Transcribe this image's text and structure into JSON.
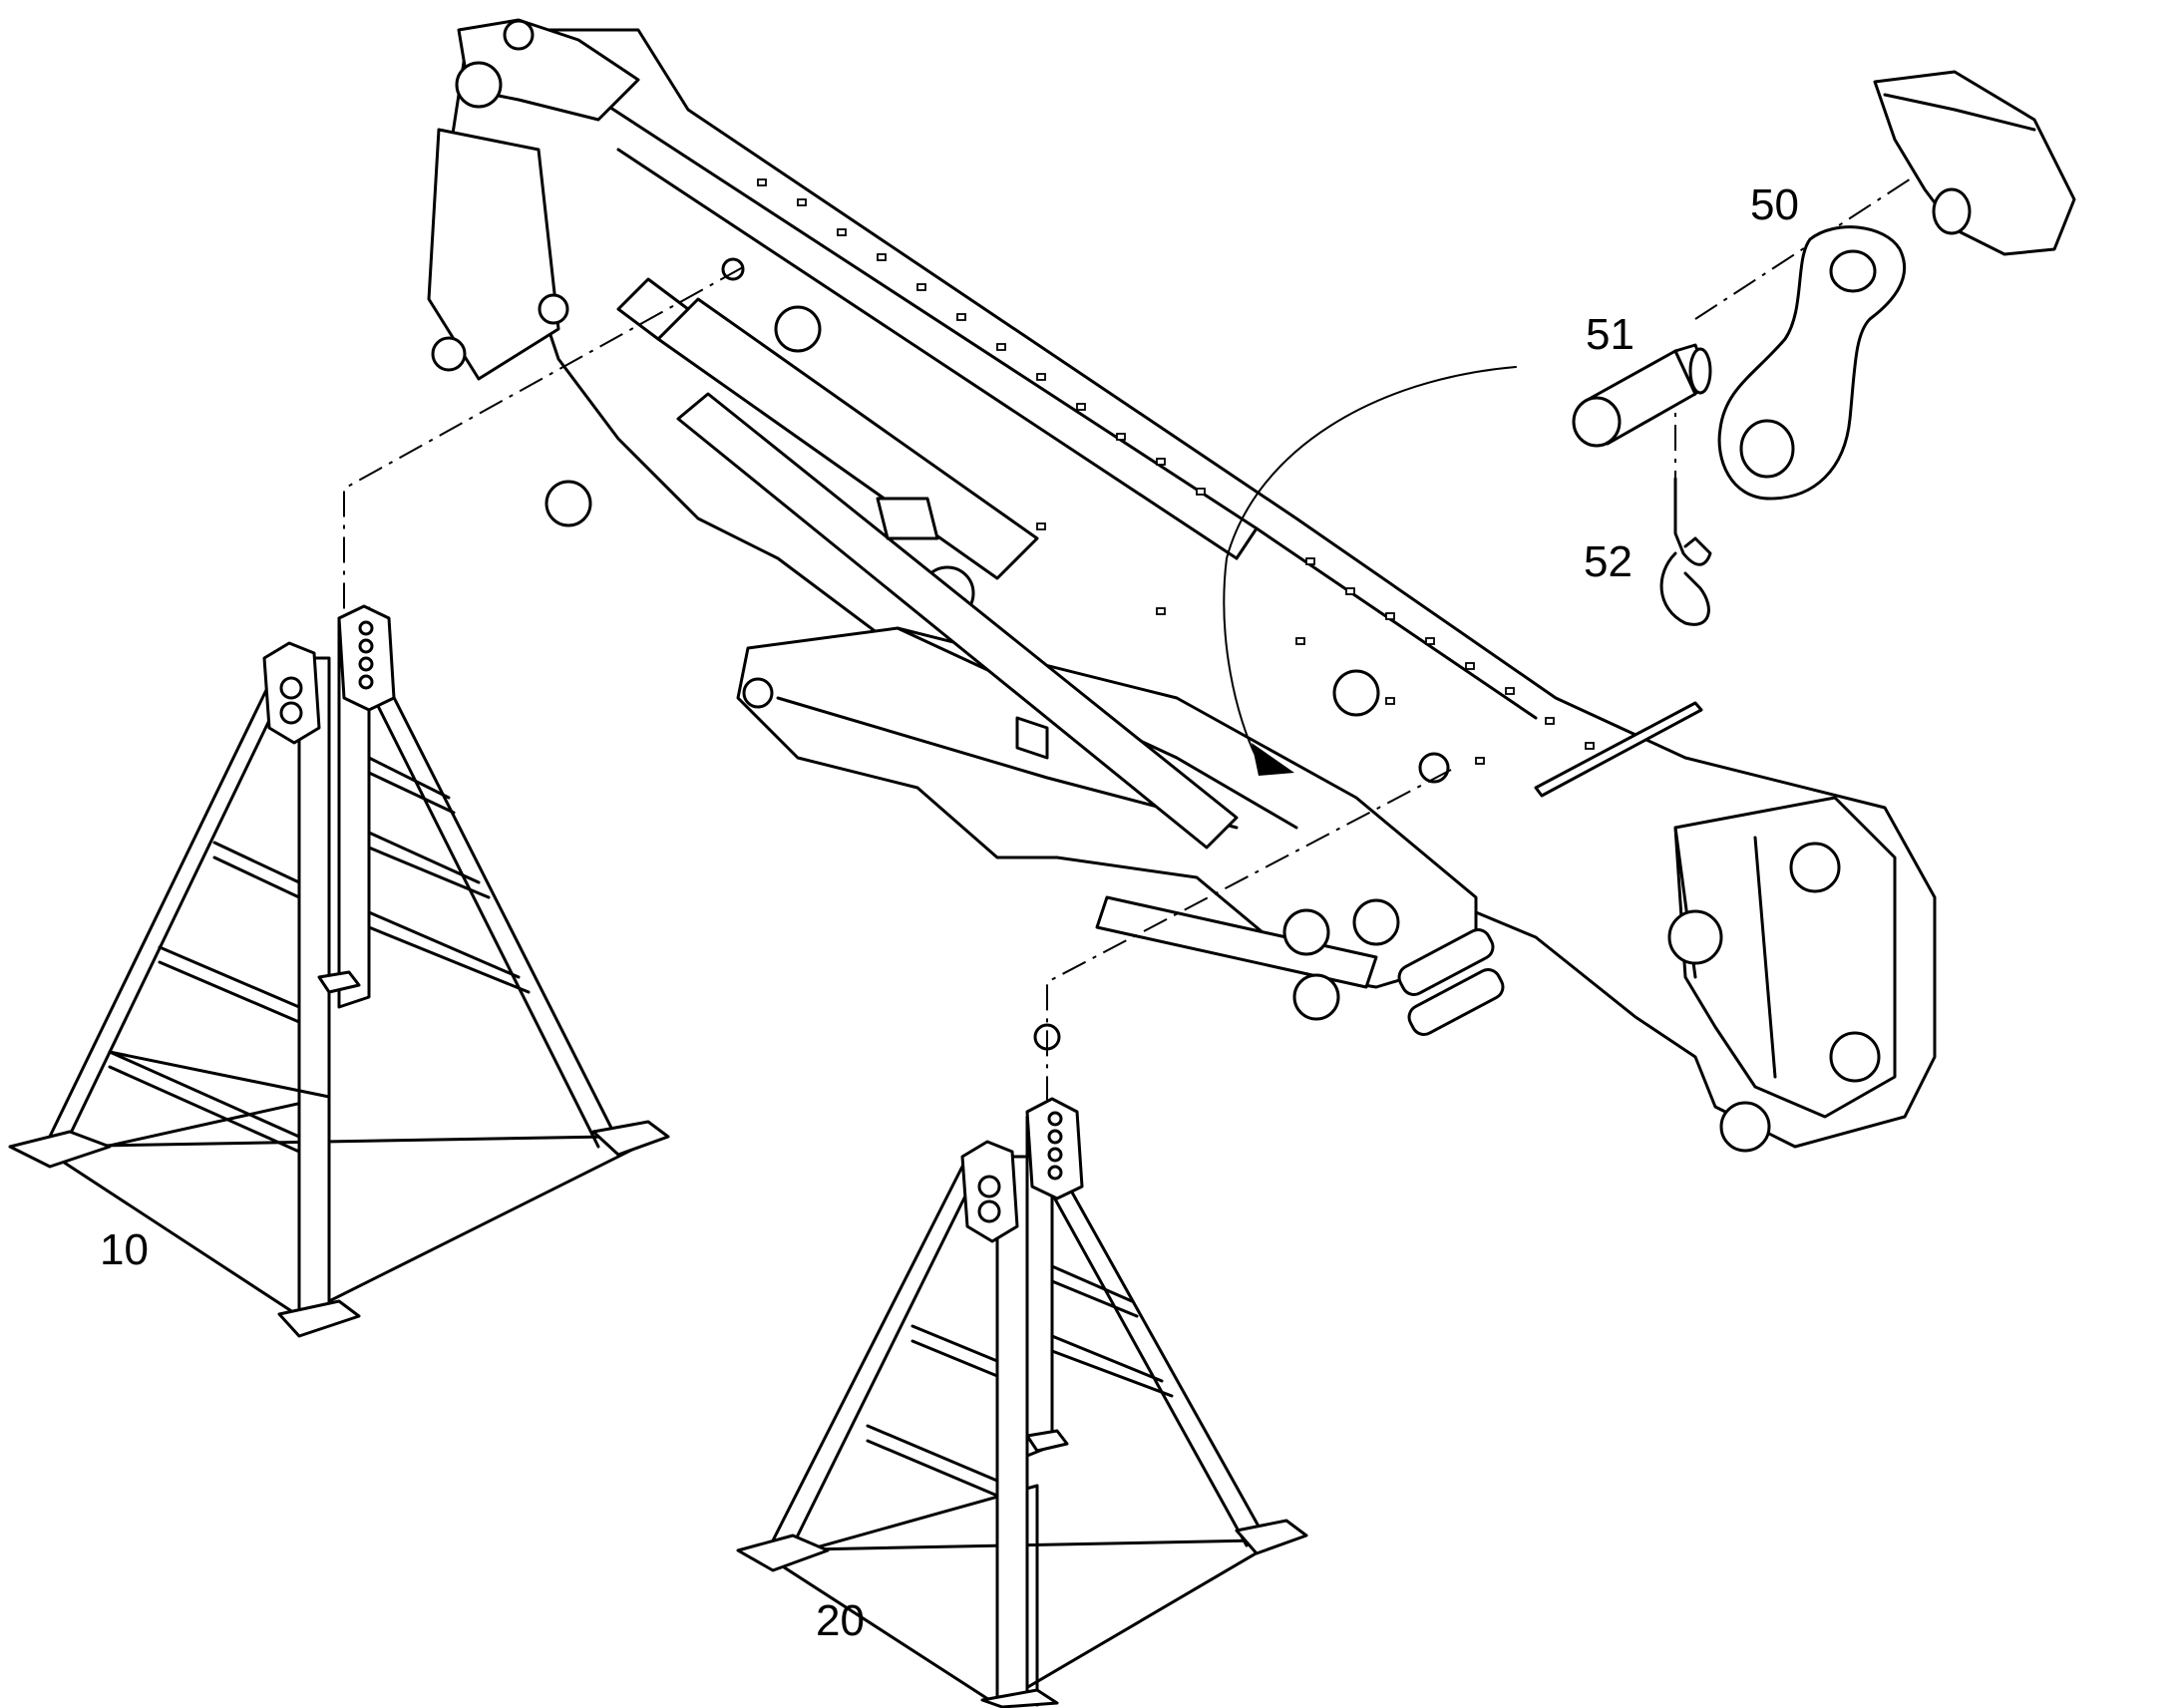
{
  "callouts": {
    "part_10": "10",
    "part_20": "20",
    "part_50": "50",
    "part_51": "51",
    "part_52": "52"
  },
  "colors": {
    "line": "#000000",
    "background": "#ffffff"
  }
}
